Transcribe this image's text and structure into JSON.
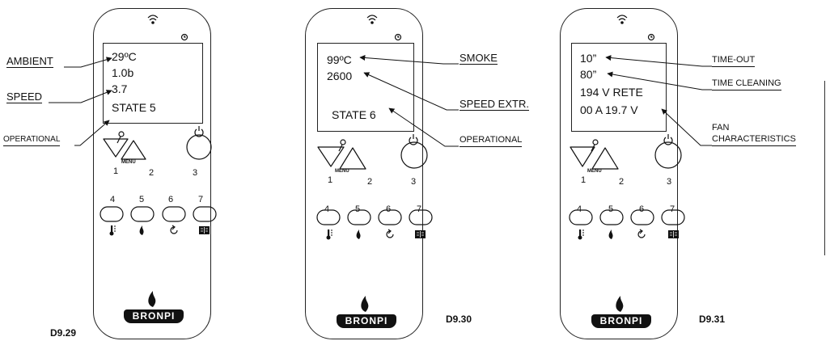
{
  "figures": [
    {
      "figure_id": "D9.29",
      "screen_lines": [
        "29ºC",
        "1.0b",
        "3.7",
        "STATE 5"
      ],
      "callouts": [
        "AMBIENT",
        "SPEED",
        "OPERATIONAL"
      ]
    },
    {
      "figure_id": "D9.30",
      "screen_lines": [
        "99ºC",
        "2600",
        "STATE 6"
      ],
      "callouts": [
        "SMOKE",
        "SPEED EXTR.",
        "OPERATIONAL"
      ]
    },
    {
      "figure_id": "D9.31",
      "screen_lines": [
        "10”",
        "80”",
        "194 V RETE",
        "00 A 19.7 V"
      ],
      "callouts": [
        "TIME-OUT",
        "TIME CLEANING",
        "FAN",
        "CHARACTERISTICS"
      ]
    }
  ],
  "remote": {
    "top_button_numbers": [
      "1",
      "2",
      "3"
    ],
    "menu_label": "MENU",
    "bottom_button_numbers": [
      "4",
      "5",
      "6",
      "7"
    ],
    "bottom_icons": [
      "thermometer-icon",
      "flame-icon",
      "rotate-icon",
      "book-icon"
    ],
    "top_icons": [
      "wifi-icon",
      "clock-icon",
      "key-icon",
      "power-icon"
    ],
    "logo_text": "BRONPI"
  }
}
